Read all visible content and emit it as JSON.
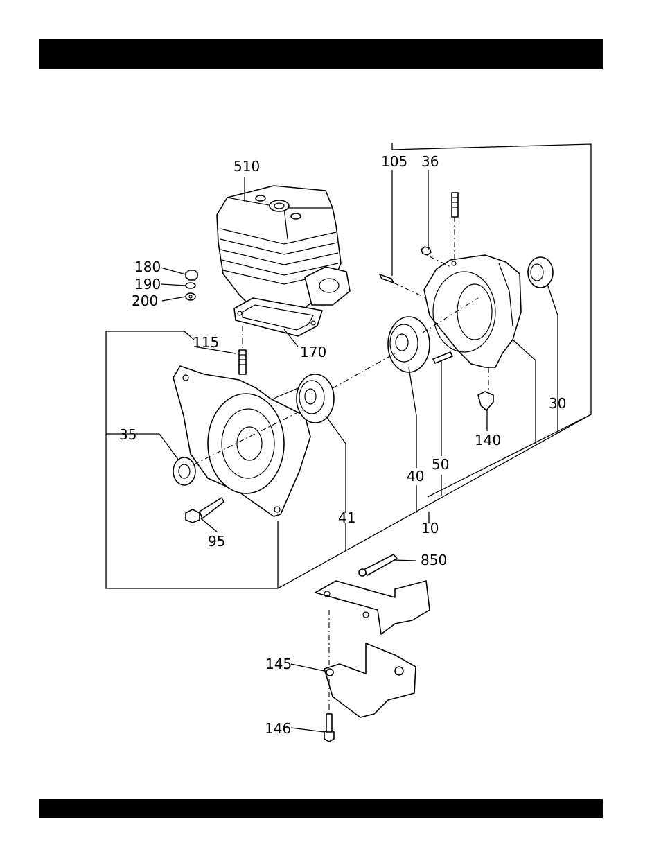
{
  "header": {
    "title": ""
  },
  "footer": {
    "text": ""
  },
  "callouts": {
    "c510": "510",
    "c105": "105",
    "c36": "36",
    "c180": "180",
    "c190": "190",
    "c200": "200",
    "c170": "170",
    "c115": "115",
    "c35": "35",
    "c95": "95",
    "c41": "41",
    "c40": "40",
    "c50": "50",
    "c140": "140",
    "c30": "30",
    "c10": "10",
    "c850": "850",
    "c145": "145",
    "c146": "146"
  }
}
